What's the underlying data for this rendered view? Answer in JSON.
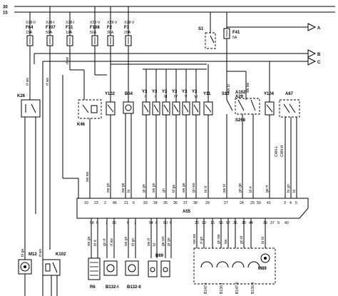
{
  "rails": {
    "top": "30",
    "bottom": "15"
  },
  "offpage": [
    "A",
    "B",
    "C"
  ],
  "fuses": [
    {
      "id": "F64",
      "conn": "X28-II",
      "rating": "15A"
    },
    {
      "id": "F107",
      "conn": "X28-I",
      "rating": "50A"
    },
    {
      "id": "F31",
      "conn": "X28-I",
      "rating": "10A"
    },
    {
      "id": "F108",
      "conn": "X28-V",
      "rating": "50A"
    },
    {
      "id": "F2",
      "conn": "X28-V",
      "rating": "30A"
    },
    {
      "id": "F3",
      "conn": "X28-V",
      "rating": "20A"
    }
  ],
  "switch_s1": "S1",
  "fuse_f41": {
    "id": "F41",
    "rating": "5A"
  },
  "components": {
    "k26": "K26",
    "k46": "K46",
    "y102": "Y102",
    "b64": "B64",
    "y3": [
      "Y3",
      "Y3",
      "Y3",
      "Y3",
      "Y3",
      "Y3"
    ],
    "y3_roman": [
      "I",
      "II",
      "III",
      "IV",
      "V",
      "VI"
    ],
    "y11": "Y11",
    "s13": "S13",
    "a102": [
      "A102/",
      "A29"
    ],
    "s268": "S268",
    "y104": "Y104",
    "a67": "A67",
    "can": [
      "CAN-L",
      "CAN-H"
    ],
    "a55": "A55",
    "m12": "M12",
    "k102": "K102",
    "r6": "R6",
    "b132_1": "B132-I",
    "b132_2": "B132-II",
    "b69": "B69",
    "b147": [
      "B147-I",
      "B136-I",
      "B147-II",
      "B136-II"
    ],
    "m89": "M89"
  },
  "pins_top": [
    "10",
    "23",
    "2",
    "46",
    "21",
    "6",
    "33",
    "34",
    "35",
    "36",
    "37",
    "38",
    "29",
    "27",
    "24",
    "29",
    "50",
    "41",
    "3",
    "4",
    "5"
  ],
  "pins_bottom": [
    "58",
    "6",
    "7",
    "18",
    "6",
    "7",
    "54",
    "8",
    "60",
    "6",
    "20",
    "19",
    "15",
    "56",
    "57",
    "36",
    "38",
    "44",
    "39",
    "37",
    "9",
    "40"
  ],
  "wire_colors": [
    "rt ws",
    "rt ws",
    "rt wt",
    "sw ws",
    "sw gn",
    "sw ge",
    "br",
    "gr ge",
    "ws gn",
    "gn",
    "bl ge",
    "ws ge",
    "gn ws",
    "br rt",
    "sw bl",
    "gn ge",
    "bl rt",
    "ge rt",
    "br gn",
    "bl",
    "ws bl",
    "ws sw"
  ],
  "lower_wire_colors": [
    "bl ge",
    "rt ws",
    "ws ge",
    "bl rt",
    "gn rt",
    "rt ws",
    "ws gn",
    "bl gn",
    "sw rt",
    "bl",
    "ge ws",
    "gr ge",
    "sw ws",
    "rt gn",
    "gn sw",
    "sw",
    "gn bl",
    "br bl"
  ]
}
